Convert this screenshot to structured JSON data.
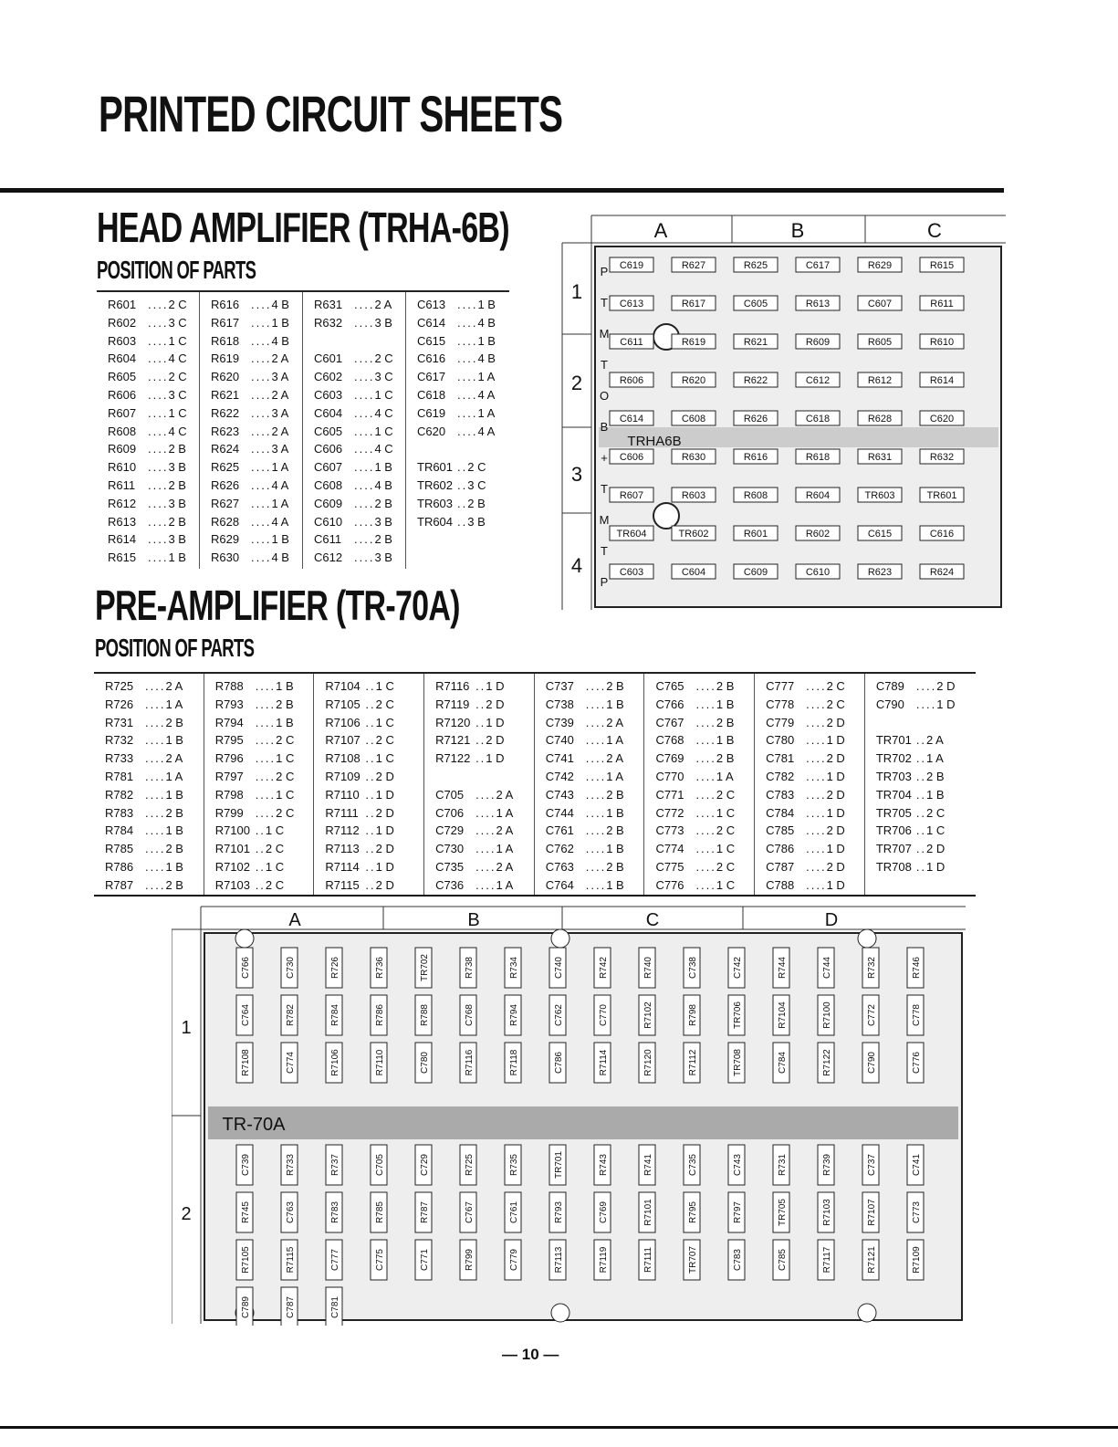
{
  "title": "PRINTED CIRCUIT SHEETS",
  "head_amp": {
    "heading": "HEAD AMPLIFIER (TRHA-6B)",
    "subheading": "POSITION OF PARTS",
    "columns": [
      [
        [
          "R601",
          "2 C"
        ],
        [
          "R602",
          "3 C"
        ],
        [
          "R603",
          "1 C"
        ],
        [
          "R604",
          "4 C"
        ],
        [
          "R605",
          "2 C"
        ],
        [
          "R606",
          "3 C"
        ],
        [
          "R607",
          "1 C"
        ],
        [
          "R608",
          "4 C"
        ],
        [
          "R609",
          "2 B"
        ],
        [
          "R610",
          "3 B"
        ],
        [
          "R611",
          "2 B"
        ],
        [
          "R612",
          "3 B"
        ],
        [
          "R613",
          "2 B"
        ],
        [
          "R614",
          "3 B"
        ],
        [
          "R615",
          "1 B"
        ]
      ],
      [
        [
          "R616",
          "4 B"
        ],
        [
          "R617",
          "1 B"
        ],
        [
          "R618",
          "4 B"
        ],
        [
          "R619",
          "2 A"
        ],
        [
          "R620",
          "3 A"
        ],
        [
          "R621",
          "2 A"
        ],
        [
          "R622",
          "3 A"
        ],
        [
          "R623",
          "2 A"
        ],
        [
          "R624",
          "3 A"
        ],
        [
          "R625",
          "1 A"
        ],
        [
          "R626",
          "4 A"
        ],
        [
          "R627",
          "1 A"
        ],
        [
          "R628",
          "4 A"
        ],
        [
          "R629",
          "1 B"
        ],
        [
          "R630",
          "4 B"
        ]
      ],
      [
        [
          "R631",
          "2 A"
        ],
        [
          "R632",
          "3 B"
        ],
        [
          "",
          ""
        ],
        [
          "C601",
          "2 C"
        ],
        [
          "C602",
          "3 C"
        ],
        [
          "C603",
          "1 C"
        ],
        [
          "C604",
          "4 C"
        ],
        [
          "C605",
          "1 C"
        ],
        [
          "C606",
          "4 C"
        ],
        [
          "C607",
          "1 B"
        ],
        [
          "C608",
          "4 B"
        ],
        [
          "C609",
          "2 B"
        ],
        [
          "C610",
          "3 B"
        ],
        [
          "C611",
          "2 B"
        ],
        [
          "C612",
          "3 B"
        ]
      ],
      [
        [
          "C613",
          "1 B"
        ],
        [
          "C614",
          "4 B"
        ],
        [
          "C615",
          "1 B"
        ],
        [
          "C616",
          "4 B"
        ],
        [
          "C617",
          "1 A"
        ],
        [
          "C618",
          "4 A"
        ],
        [
          "C619",
          "1 A"
        ],
        [
          "C620",
          "4 A"
        ],
        [
          "",
          ""
        ],
        [
          "TR601",
          "2 C"
        ],
        [
          "TR602",
          "3 C"
        ],
        [
          "TR603",
          "2 B"
        ],
        [
          "TR604",
          "3 B"
        ]
      ]
    ],
    "board": {
      "cols": [
        "A",
        "B",
        "C"
      ],
      "rows": [
        "1",
        "2",
        "3",
        "4"
      ],
      "label": "TRHA6B",
      "parts": [
        "C619",
        "R627",
        "R625",
        "C617",
        "R629",
        "R615",
        "C613",
        "R617",
        "C605",
        "R613",
        "C607",
        "R611",
        "C611",
        "R619",
        "R621",
        "R609",
        "R605",
        "R610",
        "R606",
        "R620",
        "R622",
        "C612",
        "R612",
        "R614",
        "C614",
        "C608",
        "R626",
        "C618",
        "R628",
        "C620",
        "C606",
        "R630",
        "R616",
        "R618",
        "R631",
        "R632",
        "R607",
        "R603",
        "R608",
        "R604",
        "TR603",
        "TR601",
        "TR604",
        "TR602",
        "R601",
        "R602",
        "C615",
        "C616",
        "C603",
        "C604",
        "C609",
        "C610",
        "R623",
        "R624"
      ],
      "pins": [
        "P",
        "T",
        "M",
        "T",
        "O",
        "B",
        "+",
        "T",
        "M",
        "T",
        "P"
      ]
    }
  },
  "pre_amp": {
    "heading": "PRE-AMPLIFIER (TR-70A)",
    "subheading": "POSITION OF PARTS",
    "columns": [
      [
        [
          "R725",
          "2 A"
        ],
        [
          "R726",
          "1 A"
        ],
        [
          "R731",
          "2 B"
        ],
        [
          "R732",
          "1 B"
        ],
        [
          "R733",
          "2 A"
        ],
        [
          "R781",
          "1 A"
        ],
        [
          "R782",
          "1 B"
        ],
        [
          "R783",
          "2 B"
        ],
        [
          "R784",
          "1 B"
        ],
        [
          "R785",
          "2 B"
        ],
        [
          "R786",
          "1 B"
        ],
        [
          "R787",
          "2 B"
        ]
      ],
      [
        [
          "R788",
          "1 B"
        ],
        [
          "R793",
          "2 B"
        ],
        [
          "R794",
          "1 B"
        ],
        [
          "R795",
          "2 C"
        ],
        [
          "R796",
          "1 C"
        ],
        [
          "R797",
          "2 C"
        ],
        [
          "R798",
          "1 C"
        ],
        [
          "R799",
          "2 C"
        ],
        [
          "R7100",
          "1 C"
        ],
        [
          "R7101",
          "2 C"
        ],
        [
          "R7102",
          "1 C"
        ],
        [
          "R7103",
          "2 C"
        ]
      ],
      [
        [
          "R7104",
          "1 C"
        ],
        [
          "R7105",
          "2 C"
        ],
        [
          "R7106",
          "1 C"
        ],
        [
          "R7107",
          "2 C"
        ],
        [
          "R7108",
          "1 C"
        ],
        [
          "R7109",
          "2 D"
        ],
        [
          "R7110",
          "1 D"
        ],
        [
          "R7111",
          "2 D"
        ],
        [
          "R7112",
          "1 D"
        ],
        [
          "R7113",
          "2 D"
        ],
        [
          "R7114",
          "1 D"
        ],
        [
          "R7115",
          "2 D"
        ]
      ],
      [
        [
          "R7116",
          "1 D"
        ],
        [
          "R7119",
          "2 D"
        ],
        [
          "R7120",
          "1 D"
        ],
        [
          "R7121",
          "2 D"
        ],
        [
          "R7122",
          "1 D"
        ],
        [
          "",
          ""
        ],
        [
          "C705",
          "2 A"
        ],
        [
          "C706",
          "1 A"
        ],
        [
          "C729",
          "2 A"
        ],
        [
          "C730",
          "1 A"
        ],
        [
          "C735",
          "2 A"
        ],
        [
          "C736",
          "1 A"
        ]
      ],
      [
        [
          "C737",
          "2 B"
        ],
        [
          "C738",
          "1 B"
        ],
        [
          "C739",
          "2 A"
        ],
        [
          "C740",
          "1 A"
        ],
        [
          "C741",
          "2 A"
        ],
        [
          "C742",
          "1 A"
        ],
        [
          "C743",
          "2 B"
        ],
        [
          "C744",
          "1 B"
        ],
        [
          "C761",
          "2 B"
        ],
        [
          "C762",
          "1 B"
        ],
        [
          "C763",
          "2 B"
        ],
        [
          "C764",
          "1 B"
        ]
      ],
      [
        [
          "C765",
          "2 B"
        ],
        [
          "C766",
          "1 B"
        ],
        [
          "C767",
          "2 B"
        ],
        [
          "C768",
          "1 B"
        ],
        [
          "C769",
          "2 B"
        ],
        [
          "C770",
          "1 A"
        ],
        [
          "C771",
          "2 C"
        ],
        [
          "C772",
          "1 C"
        ],
        [
          "C773",
          "2 C"
        ],
        [
          "C774",
          "1 C"
        ],
        [
          "C775",
          "2 C"
        ],
        [
          "C776",
          "1 C"
        ]
      ],
      [
        [
          "C777",
          "2 C"
        ],
        [
          "C778",
          "2 C"
        ],
        [
          "C779",
          "2 D"
        ],
        [
          "C780",
          "1 D"
        ],
        [
          "C781",
          "2 D"
        ],
        [
          "C782",
          "1 D"
        ],
        [
          "C783",
          "2 D"
        ],
        [
          "C784",
          "1 D"
        ],
        [
          "C785",
          "2 D"
        ],
        [
          "C786",
          "1 D"
        ],
        [
          "C787",
          "2 D"
        ],
        [
          "C788",
          "1 D"
        ]
      ],
      [
        [
          "C789",
          "2 D"
        ],
        [
          "C790",
          "1 D"
        ],
        [
          "",
          ""
        ],
        [
          "TR701",
          "2 A"
        ],
        [
          "TR702",
          "1 A"
        ],
        [
          "TR703",
          "2 B"
        ],
        [
          "TR704",
          "1 B"
        ],
        [
          "TR705",
          "2 C"
        ],
        [
          "TR706",
          "1 C"
        ],
        [
          "TR707",
          "2 D"
        ],
        [
          "TR708",
          "1 D"
        ]
      ]
    ],
    "board": {
      "cols": [
        "A",
        "B",
        "C",
        "D"
      ],
      "rows": [
        "1",
        "2"
      ],
      "label": "TR-70A",
      "parts_top": [
        "C766",
        "C730",
        "R726",
        "R736",
        "TR702",
        "R738",
        "R734",
        "C740",
        "R742",
        "R740",
        "C738",
        "C742",
        "R744",
        "C744",
        "R732",
        "R746",
        "C764",
        "R782",
        "R784",
        "R786",
        "R788",
        "C768",
        "R794",
        "C762",
        "C770",
        "R7102",
        "R798",
        "TR706",
        "R7104",
        "R7100",
        "C772",
        "C778",
        "R7108",
        "C774",
        "R7106",
        "R7110",
        "C780",
        "R7116",
        "R7118",
        "C786",
        "R7114",
        "R7120",
        "R7112",
        "TR708",
        "C784",
        "R7122",
        "C790",
        "C776"
      ],
      "parts_bottom": [
        "C739",
        "R733",
        "R737",
        "C705",
        "C729",
        "R725",
        "R735",
        "TR701",
        "R743",
        "R741",
        "C735",
        "C743",
        "R731",
        "R739",
        "C737",
        "C741",
        "R745",
        "C763",
        "R783",
        "R785",
        "R787",
        "C767",
        "C761",
        "R793",
        "C769",
        "R7101",
        "R795",
        "R797",
        "TR705",
        "R7103",
        "R7107",
        "C773",
        "R7105",
        "R7115",
        "C777",
        "C775",
        "C771",
        "R799",
        "C779",
        "R7113",
        "R7119",
        "R7111",
        "TR707",
        "C783",
        "C785",
        "R7117",
        "R7121",
        "R7109",
        "C789",
        "C787",
        "C781"
      ]
    }
  },
  "page_number": "10"
}
